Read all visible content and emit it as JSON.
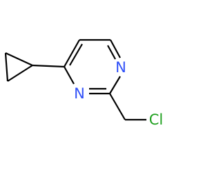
{
  "structure": {
    "atoms": {
      "n1": "N",
      "n3": "N",
      "cl": "Cl"
    }
  },
  "colors": {
    "nitrogen": "#3050F8",
    "chlorine": "#1FA01F",
    "bond": "#000000"
  }
}
